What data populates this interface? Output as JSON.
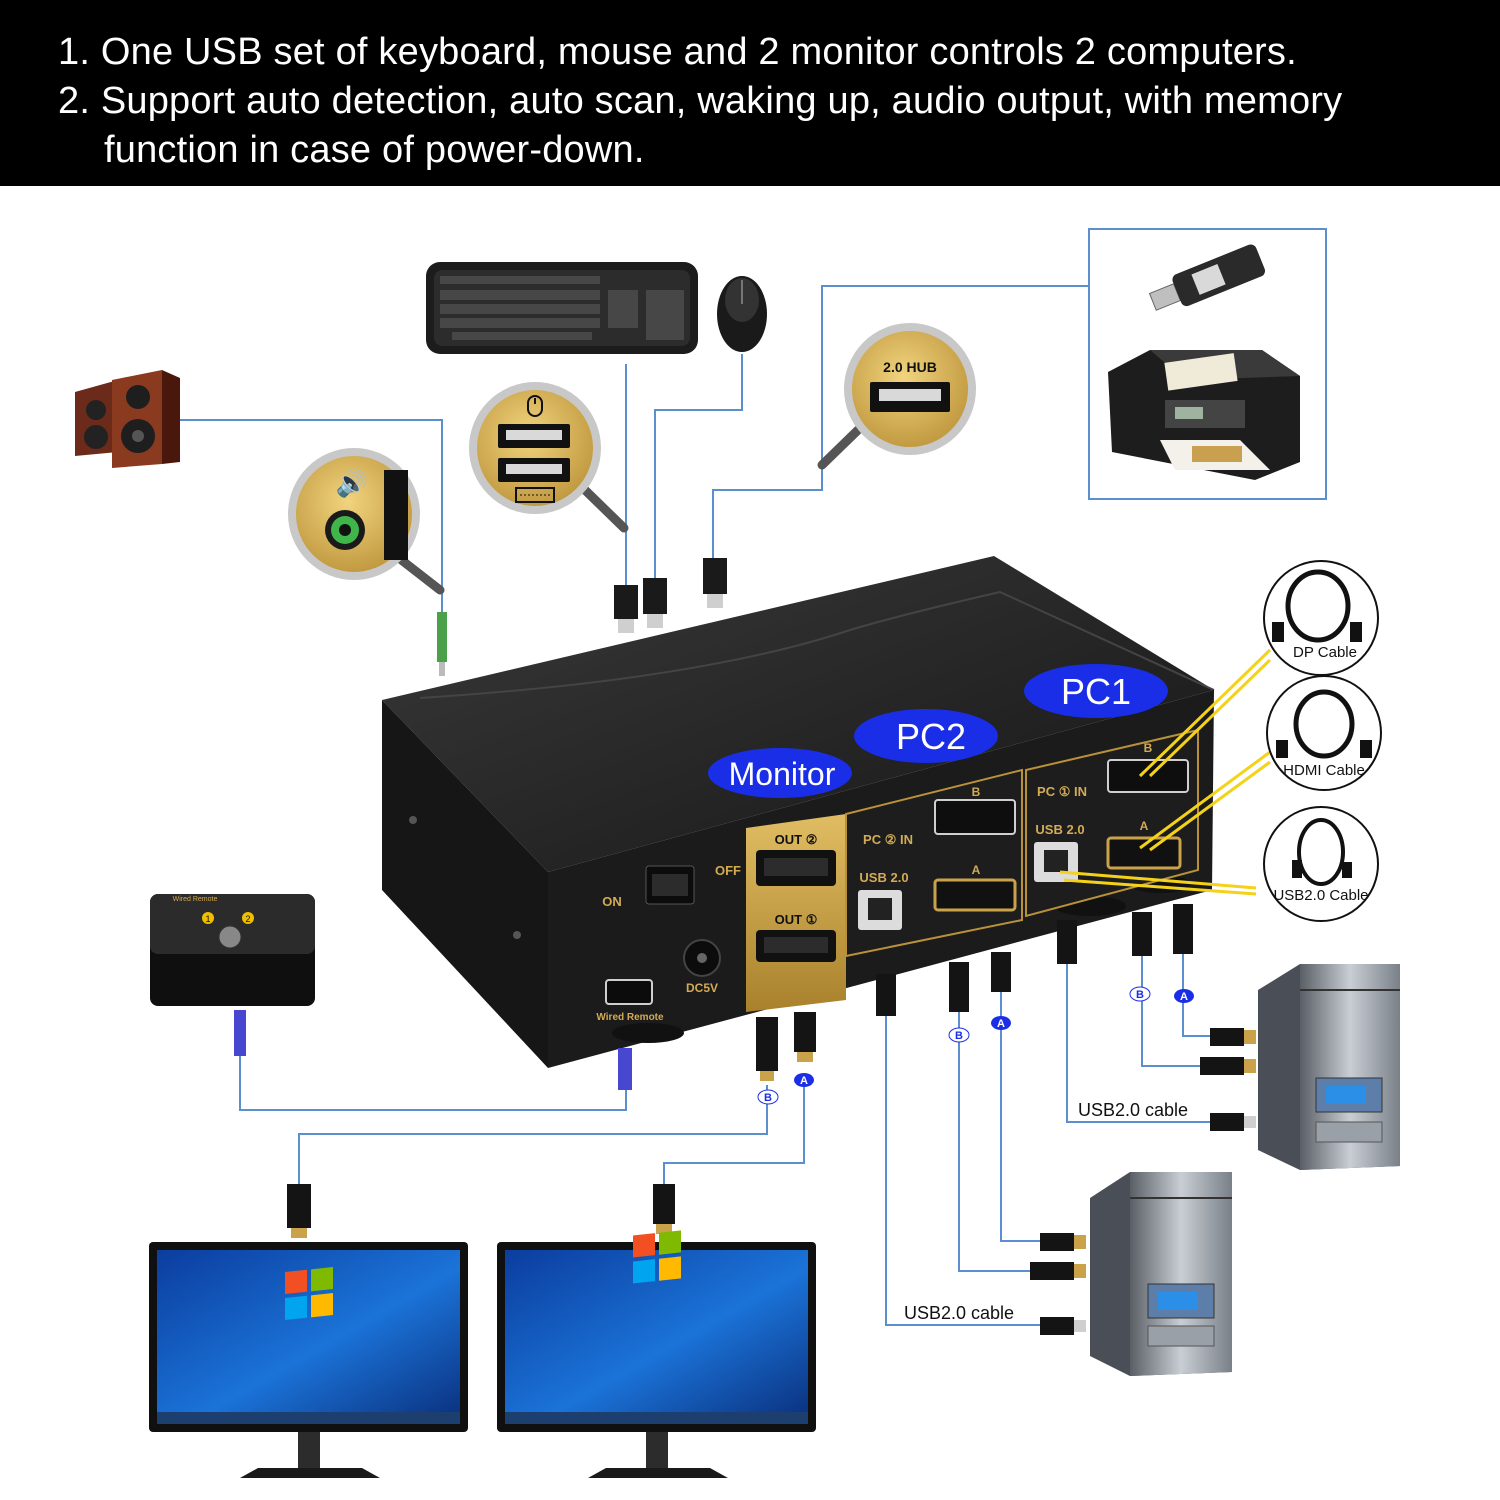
{
  "banner": {
    "line1": "1. One USB set of keyboard, mouse and 2 monitor controls 2 computers.",
    "line2": "2. Support auto detection, auto scan, waking up, audio output, with memory",
    "line3": "function in case of power-down."
  },
  "device": {
    "badge_pc1": "PC1",
    "badge_pc2": "PC2",
    "badge_monitor": "Monitor",
    "label_on": "ON",
    "label_off": "OFF",
    "label_out_b": "OUT ②",
    "label_out_a": "OUT ①",
    "label_dc": "DC5V",
    "label_wired_remote": "Wired Remote",
    "label_pc2_in": "PC ② IN",
    "label_pc1_in": "PC ① IN",
    "label_usb2_pc2": "USB 2.0",
    "label_usb2_pc1": "USB 2.0",
    "port_b": "B",
    "port_a": "A"
  },
  "callouts": {
    "hub": "2.0 HUB"
  },
  "cables": {
    "dp": "DP Cable",
    "hdmi": "HDMI Cable",
    "usb": "USB2.0 Cable"
  },
  "remote": {
    "title": "Wired Remote",
    "btn1": "1",
    "btn2": "2"
  },
  "tags": {
    "a": "A",
    "b": "B"
  },
  "wires": {
    "usb_cable_pc1": "USB2.0 cable",
    "usb_cable_pc2": "USB2.0 cable"
  },
  "colors": {
    "badge_blue": "#1a2ee8",
    "gold": "#c9a24a",
    "wire_blue": "#5b8fd0"
  }
}
